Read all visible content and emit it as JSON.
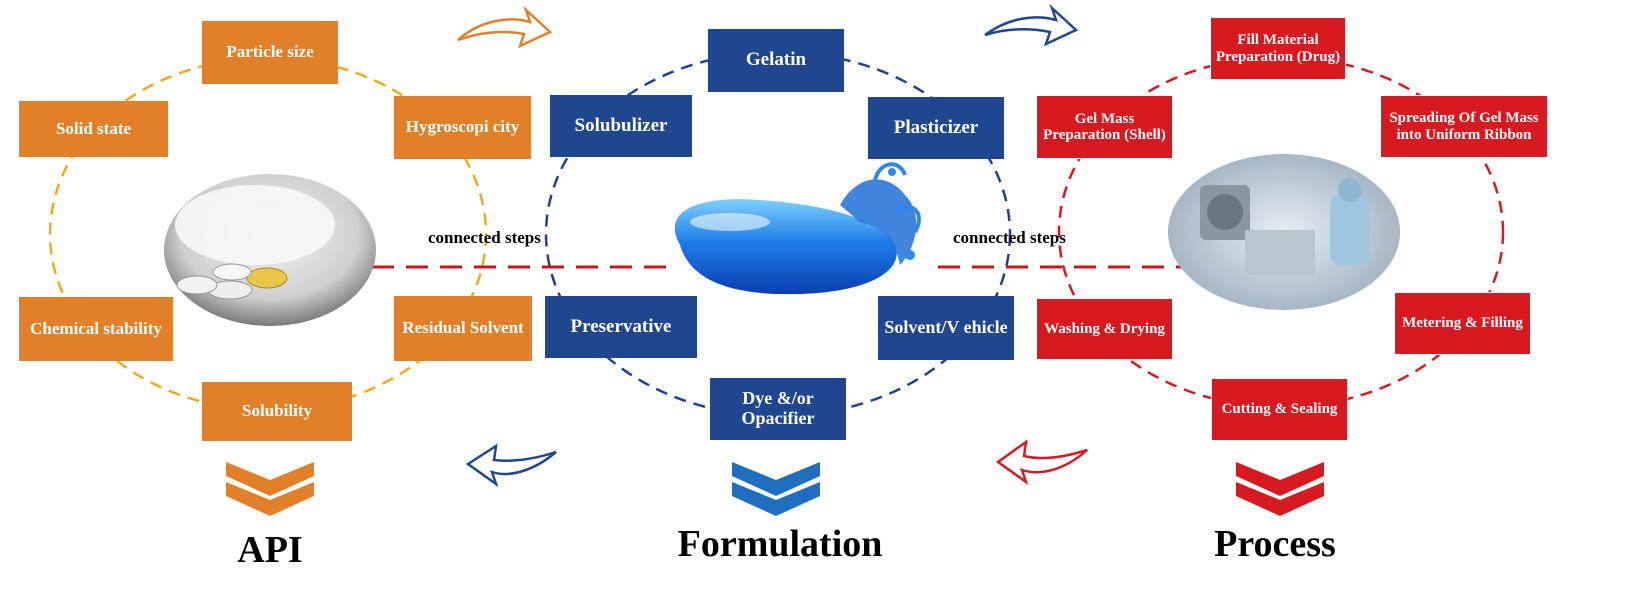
{
  "colors": {
    "api_orange": "#e2802a",
    "formulation_blue": "#1f468f",
    "process_red": "#d71920",
    "connector_red": "#c8161d"
  },
  "api": {
    "title": "API",
    "attributes": [
      "Particle size",
      "Solid state",
      "Hygroscopi city",
      "Chemical stability",
      "Residual Solvent",
      "Solubility"
    ],
    "image": "drug-powder-and-tablets-photo"
  },
  "formulation": {
    "title": "Formulation",
    "components": [
      "Gelatin",
      "Solubulizer",
      "Plasticizer",
      "Preservative",
      "Solvent/V ehicle",
      "Dye &/or Opacifier"
    ],
    "image": "blue-softgel-capsule-splash"
  },
  "process": {
    "title": "Process",
    "steps": [
      "Fill Material Preparation (Drug)",
      "Gel Mass Preparation (Shell)",
      "Spreading Of Gel Mass into Uniform Ribbon",
      "Washing & Drying",
      "Metering & Filling",
      "Cutting & Sealing"
    ],
    "image": "manufacturing-cleanroom-photo"
  },
  "connectors": {
    "label_left": "connected steps",
    "label_right": "connected steps"
  }
}
